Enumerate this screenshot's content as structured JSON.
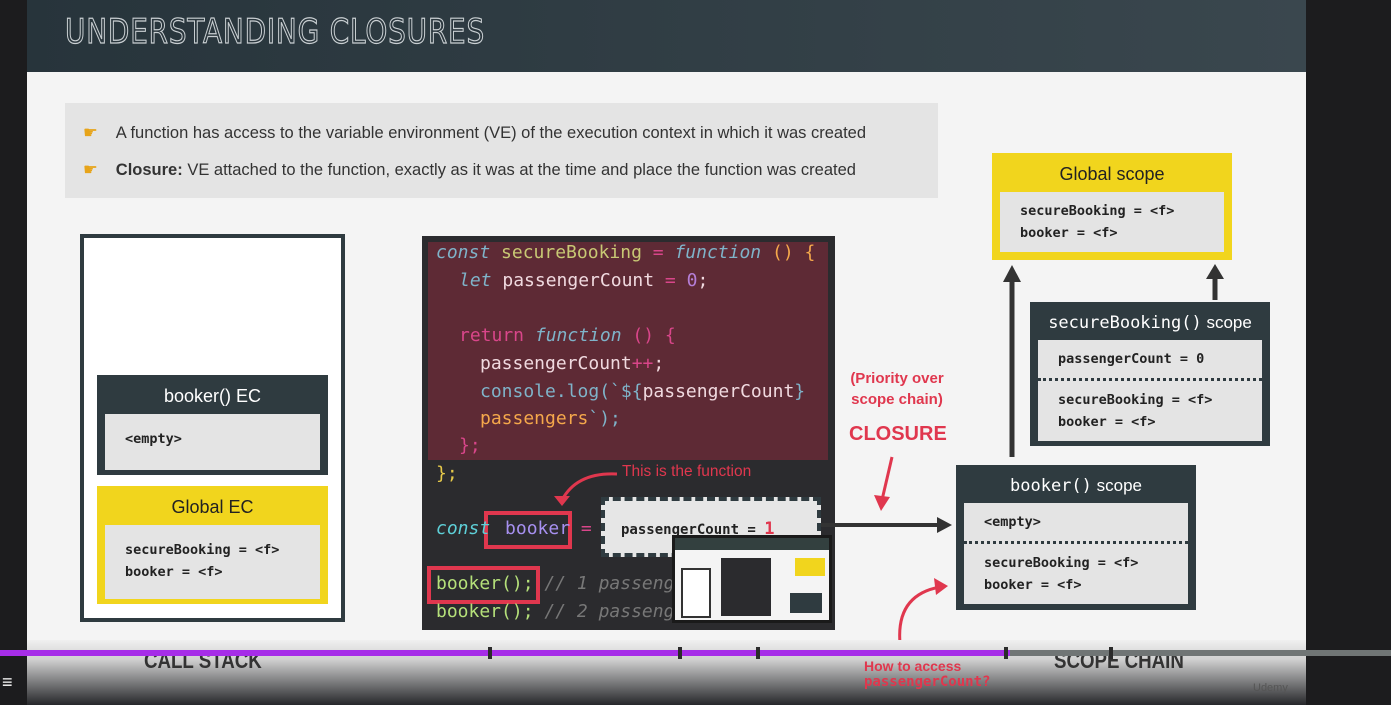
{
  "slide": {
    "title": "UNDERSTANDING CLOSURES",
    "bullets": [
      {
        "bold": "",
        "text": "A function has access to the variable environment (VE) of the execution context in which it was created"
      },
      {
        "bold": "Closure:",
        "text": " VE attached to the function, exactly as it was at the time and place the function was created"
      }
    ],
    "call_stack": {
      "label": "CALL STACK",
      "booker_ec": {
        "title": "booker() EC",
        "content": "<empty>"
      },
      "global_ec": {
        "title": "Global EC",
        "lines": [
          "secureBooking = <f>",
          "booker = <f>"
        ]
      }
    },
    "code": {
      "l1": [
        "const",
        "secureBooking",
        "=",
        "function",
        "() {"
      ],
      "l2": [
        "let",
        "passengerCount",
        "=",
        "0",
        ";"
      ],
      "l3": [
        "return",
        "function",
        "() {"
      ],
      "l4": [
        "passengerCount",
        "++",
        ";"
      ],
      "l5": [
        "console.log(`${",
        "passengerCount",
        "}"
      ],
      "l6": [
        "passengers",
        "`);"
      ],
      "l7": "};",
      "l8": "};",
      "l9": [
        "const",
        "booker",
        "="
      ],
      "l10": [
        "booker();",
        "// 1 passeng"
      ],
      "l11": [
        "booker();",
        "// 2 passeng"
      ],
      "annotation": "This is the function",
      "closure_var": "passengerCount = ",
      "closure_val": "1"
    },
    "closure_note": {
      "priority": "(Priority over scope chain)",
      "label": "CLOSURE",
      "question": "How to access",
      "question_var": "passengerCount?"
    },
    "scope_chain": {
      "label": "SCOPE CHAIN",
      "global": {
        "title": "Global scope",
        "lines": [
          "secureBooking = <f>",
          "booker = <f>"
        ]
      },
      "secure": {
        "title_fn": "secureBooking()",
        "title_suffix": " scope",
        "top": "passengerCount = 0",
        "lines": [
          "secureBooking = <f>",
          "booker = <f>"
        ]
      },
      "booker": {
        "title_fn": "booker()",
        "title_suffix": " scope",
        "top": "<empty>",
        "lines": [
          "secureBooking = <f>",
          "booker = <f>"
        ]
      }
    },
    "watermark": "Udemy"
  },
  "player": {
    "progress_percent": 72.6,
    "colors": {
      "played": "#a62de8",
      "unplayed": "#707575"
    }
  }
}
